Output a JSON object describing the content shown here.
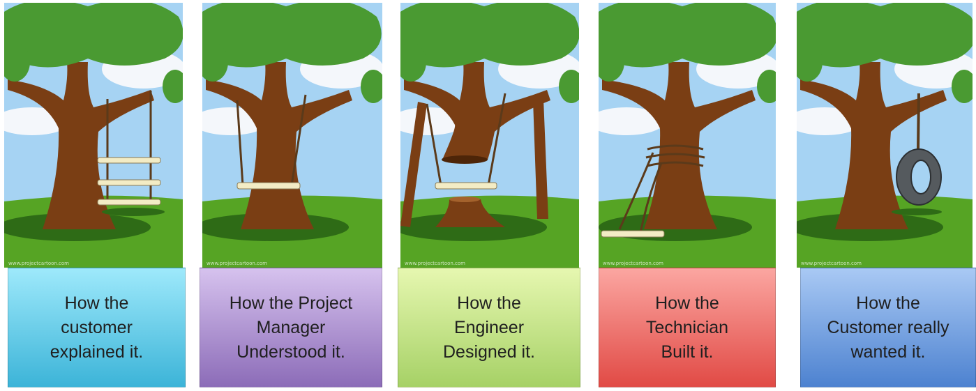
{
  "panels": [
    {
      "caption": "How the\ncustomer\nexplained it.",
      "scene": "three-seat-rope-swing",
      "colors": {
        "top": "#9ee9fb",
        "bottom": "#3cb4d8"
      }
    },
    {
      "caption": "How the Project\nManager\nUnderstood it.",
      "scene": "swing-around-trunk",
      "colors": {
        "top": "#d6c2ee",
        "bottom": "#8c6cb8"
      }
    },
    {
      "caption": "How the\nEngineer\nDesigned it.",
      "scene": "cut-trunk-propped-swing",
      "colors": {
        "top": "#e6f7b0",
        "bottom": "#a6d166"
      }
    },
    {
      "caption": "How the\nTechnician\nBuilt it.",
      "scene": "rope-tied-to-trunk-seat-on-ground",
      "colors": {
        "top": "#fba6a1",
        "bottom": "#e14a45"
      }
    },
    {
      "caption": "How the\nCustomer really\nwanted it.",
      "scene": "tire-swing",
      "colors": {
        "top": "#a9c9f4",
        "bottom": "#4d82d0"
      }
    }
  ],
  "watermark": "www.projectcartoon.com",
  "colors": {
    "sky": "#a6d3f3",
    "cloud": "#f4f7fb",
    "foliage": "#4a9a32",
    "foliage_dark": "#2f6f21",
    "trunk": "#7a3e14",
    "trunk_dark": "#4d2508",
    "grass": "#56a424",
    "grass_dark": "#3c7d18",
    "shadow": "#2e6b16",
    "rope": "#5b3a1a",
    "seat": "#f3ecc5",
    "tire": "#555a5e"
  }
}
